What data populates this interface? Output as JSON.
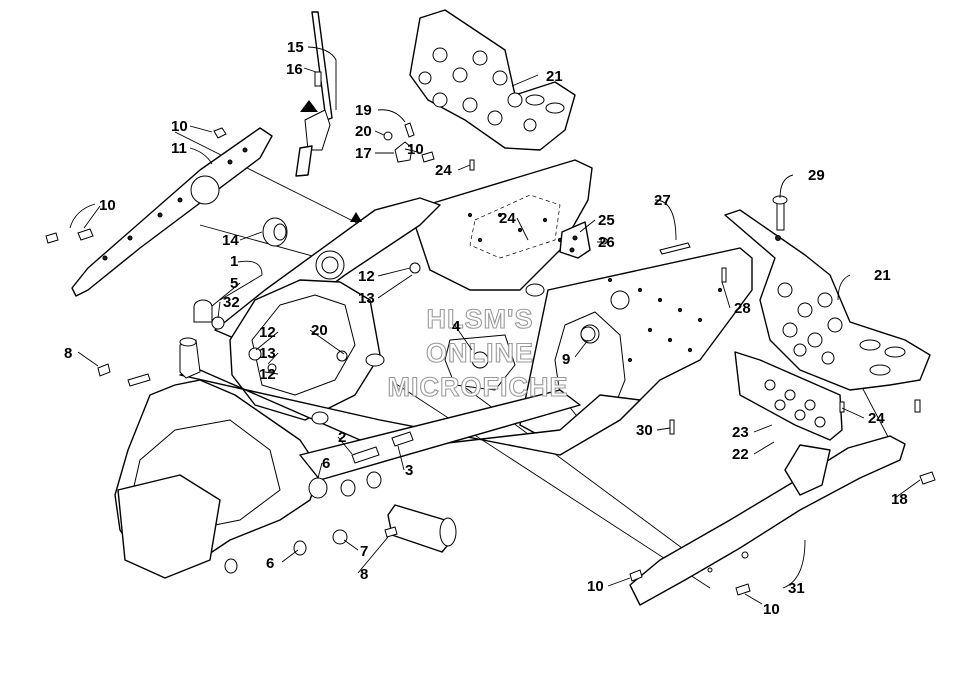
{
  "watermark": {
    "lines": [
      "HLSM'S",
      "ONLINE",
      "MICROFICHE"
    ]
  },
  "callouts": [
    {
      "id": "c15a",
      "label": "15"
    },
    {
      "id": "c16a",
      "label": "16"
    },
    {
      "id": "c10a",
      "label": "10"
    },
    {
      "id": "c11a",
      "label": "11"
    },
    {
      "id": "c10b",
      "label": "10"
    },
    {
      "id": "c14a",
      "label": "14"
    },
    {
      "id": "c1a",
      "label": "1"
    },
    {
      "id": "c5a",
      "label": "5"
    },
    {
      "id": "c32a",
      "label": "32"
    },
    {
      "id": "c8a",
      "label": "8"
    },
    {
      "id": "c19a",
      "label": "19"
    },
    {
      "id": "c20a",
      "label": "20"
    },
    {
      "id": "c10c",
      "label": "10"
    },
    {
      "id": "c17a",
      "label": "17"
    },
    {
      "id": "c24a",
      "label": "24"
    },
    {
      "id": "c21a",
      "label": "21"
    },
    {
      "id": "c27a",
      "label": "27"
    },
    {
      "id": "c24b",
      "label": "24"
    },
    {
      "id": "c25a",
      "label": "25"
    },
    {
      "id": "c26a",
      "label": "26"
    },
    {
      "id": "c29a",
      "label": "29"
    },
    {
      "id": "c21b",
      "label": "21"
    },
    {
      "id": "c12a",
      "label": "12"
    },
    {
      "id": "c13a",
      "label": "13"
    },
    {
      "id": "c12b",
      "label": "12"
    },
    {
      "id": "c20b",
      "label": "20"
    },
    {
      "id": "c13b",
      "label": "13"
    },
    {
      "id": "c12c",
      "label": "12"
    },
    {
      "id": "c4a",
      "label": "4"
    },
    {
      "id": "c9a",
      "label": "9"
    },
    {
      "id": "c28a",
      "label": "28"
    },
    {
      "id": "c2a",
      "label": "2"
    },
    {
      "id": "c6a",
      "label": "6"
    },
    {
      "id": "c3a",
      "label": "3"
    },
    {
      "id": "c30a",
      "label": "30"
    },
    {
      "id": "c24c",
      "label": "24"
    },
    {
      "id": "c23a",
      "label": "23"
    },
    {
      "id": "c22a",
      "label": "22"
    },
    {
      "id": "c18a",
      "label": "18"
    },
    {
      "id": "c6b",
      "label": "6"
    },
    {
      "id": "c7a",
      "label": "7"
    },
    {
      "id": "c8b",
      "label": "8"
    },
    {
      "id": "c10d",
      "label": "10"
    },
    {
      "id": "c31a",
      "label": "31"
    },
    {
      "id": "c10e",
      "label": "10"
    }
  ]
}
